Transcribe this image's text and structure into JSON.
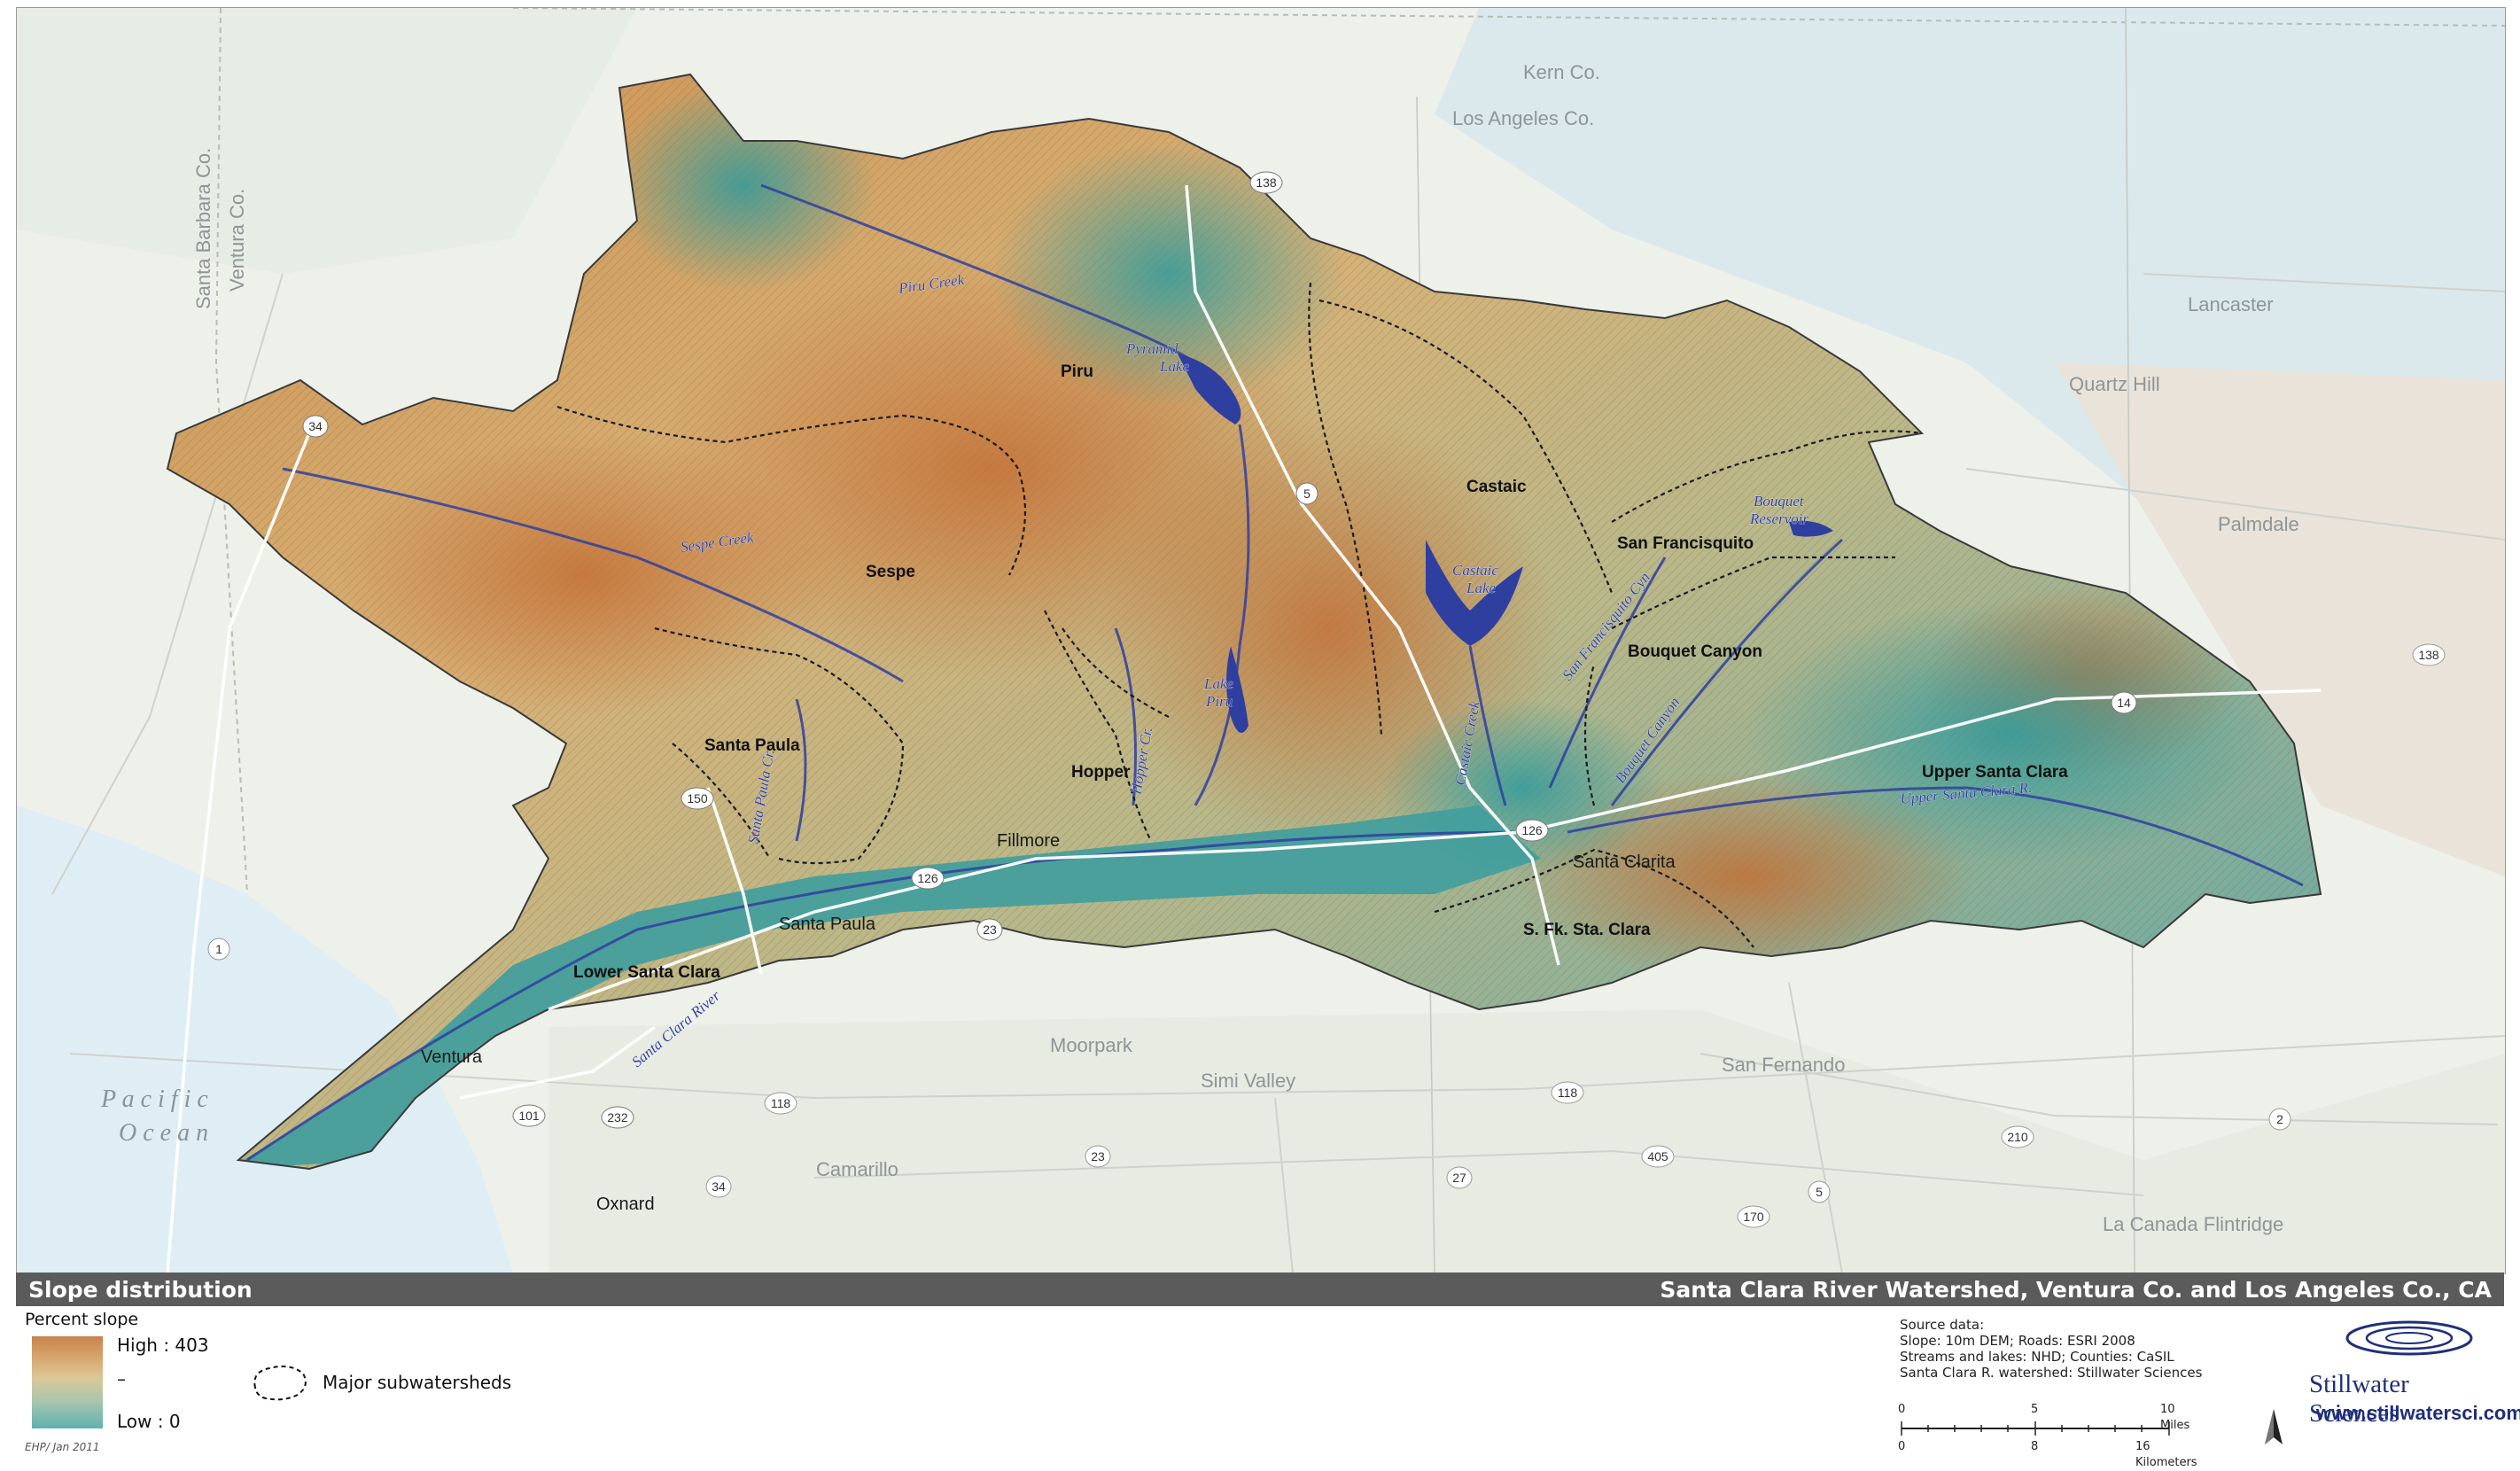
{
  "map": {
    "surrounding_places": [
      {
        "id": "kern-co",
        "text": "Kern Co."
      },
      {
        "id": "los-angeles-co",
        "text": "Los Angeles Co."
      },
      {
        "id": "santa-barbara-co",
        "text": "Santa Barbara Co."
      },
      {
        "id": "ventura-co",
        "text": "Ventura Co."
      },
      {
        "id": "lancaster",
        "text": "Lancaster"
      },
      {
        "id": "quartz-hill",
        "text": "Quartz Hill"
      },
      {
        "id": "palmdale",
        "text": "Palmdale"
      },
      {
        "id": "moorpark",
        "text": "Moorpark"
      },
      {
        "id": "simi-valley",
        "text": "Simi Valley"
      },
      {
        "id": "camarillo",
        "text": "Camarillo"
      },
      {
        "id": "san-fernando",
        "text": "San Fernando"
      },
      {
        "id": "la-canada-flintridge",
        "text": "La Canada Flintridge"
      }
    ],
    "ocean": {
      "line1": "P a c i f i c",
      "line2": "O c e a n"
    },
    "towns": [
      {
        "id": "ventura",
        "text": "Ventura"
      },
      {
        "id": "oxnard",
        "text": "Oxnard"
      },
      {
        "id": "santa-paula-town",
        "text": "Santa Paula"
      },
      {
        "id": "fillmore",
        "text": "Fillmore"
      },
      {
        "id": "santa-clarita",
        "text": "Santa Clarita"
      }
    ],
    "subwatersheds": [
      {
        "id": "piru",
        "text": "Piru"
      },
      {
        "id": "sespe",
        "text": "Sespe"
      },
      {
        "id": "castaic",
        "text": "Castaic"
      },
      {
        "id": "san-francisquito",
        "text": "San Francisquito"
      },
      {
        "id": "bouquet-canyon",
        "text": "Bouquet Canyon"
      },
      {
        "id": "santa-paula",
        "text": "Santa Paula"
      },
      {
        "id": "hopper",
        "text": "Hopper"
      },
      {
        "id": "upper-santa-clara",
        "text": "Upper Santa Clara"
      },
      {
        "id": "lower-santa-clara",
        "text": "Lower Santa Clara"
      },
      {
        "id": "sfk-sta-clara",
        "text": "S. Fk. Sta. Clara"
      }
    ],
    "water_features": [
      {
        "id": "piru-creek",
        "text": "Piru Creek"
      },
      {
        "id": "pyramid-lake-1",
        "text": "Pyramid"
      },
      {
        "id": "pyramid-lake-2",
        "text": "Lake"
      },
      {
        "id": "sespe-creek",
        "text": "Sespe Creek"
      },
      {
        "id": "castaic-lake-1",
        "text": "Castaic"
      },
      {
        "id": "castaic-lake-2",
        "text": "Lake"
      },
      {
        "id": "lake-piru-1",
        "text": "Lake"
      },
      {
        "id": "lake-piru-2",
        "text": "Piru"
      },
      {
        "id": "bouquet-reservoir-1",
        "text": "Bouquet"
      },
      {
        "id": "bouquet-reservoir-2",
        "text": "Reservoir"
      },
      {
        "id": "san-francisquito-cyn",
        "text": "San Francisquito Cyn"
      },
      {
        "id": "bouquet-canyon-creek",
        "text": "Bouquet Canyon"
      },
      {
        "id": "castaic-creek",
        "text": "Castaic Creek"
      },
      {
        "id": "hopper-creek",
        "text": "Hopper Cr."
      },
      {
        "id": "santa-paula-creek",
        "text": "Santa Paula Cr."
      },
      {
        "id": "upper-santa-clara-r",
        "text": "Upper Santa Clara R."
      },
      {
        "id": "santa-clara-river",
        "text": "Santa Clara River"
      }
    ],
    "route_shields": [
      {
        "id": "r138a",
        "text": "138"
      },
      {
        "id": "r34a",
        "text": "34"
      },
      {
        "id": "r5",
        "text": "5"
      },
      {
        "id": "r150",
        "text": "150"
      },
      {
        "id": "r126a",
        "text": "126"
      },
      {
        "id": "r126b",
        "text": "126"
      },
      {
        "id": "r23a",
        "text": "23"
      },
      {
        "id": "r14",
        "text": "14"
      },
      {
        "id": "r101",
        "text": "101"
      },
      {
        "id": "r232",
        "text": "232"
      },
      {
        "id": "r1",
        "text": "1"
      },
      {
        "id": "r118a",
        "text": "118"
      },
      {
        "id": "r118b",
        "text": "118"
      },
      {
        "id": "r23b",
        "text": "23"
      },
      {
        "id": "r34b",
        "text": "34"
      },
      {
        "id": "r27",
        "text": "27"
      },
      {
        "id": "r405",
        "text": "405"
      },
      {
        "id": "r170",
        "text": "170"
      },
      {
        "id": "r210",
        "text": "210"
      },
      {
        "id": "r5b",
        "text": "5"
      },
      {
        "id": "r2",
        "text": "2"
      },
      {
        "id": "r138b",
        "text": "138"
      }
    ]
  },
  "title_bar": {
    "left": "Slope distribution",
    "right": "Santa Clara River Watershed, Ventura Co. and Los Angeles Co., CA"
  },
  "legend": {
    "heading": "Percent slope",
    "high": "High : 403",
    "low": "Low : 0",
    "subwatershed_label": "Major subwatersheds",
    "credit": "EHP/ Jan 2011"
  },
  "source": {
    "heading": "Source data:",
    "lines": [
      "Slope: 10m DEM; Roads: ESRI 2008",
      "Streams and lakes: NHD; Counties: CaSIL",
      "Santa Clara R. watershed: Stillwater Sciences"
    ]
  },
  "scale_bar": {
    "miles_ticks": [
      "0",
      "5",
      "10 Miles"
    ],
    "km_ticks": [
      "0",
      "8",
      "16 Kilometers"
    ]
  },
  "brand": {
    "name": "Stillwater Sciences",
    "url": "www.stillwatersci.com"
  },
  "colors": {
    "high_slope": "#c87b3e",
    "mid_slope": "#e6cf8f",
    "low_slope": "#3e9a9e",
    "water": "#2f3fa0",
    "title_bar": "#5b5b5b"
  }
}
